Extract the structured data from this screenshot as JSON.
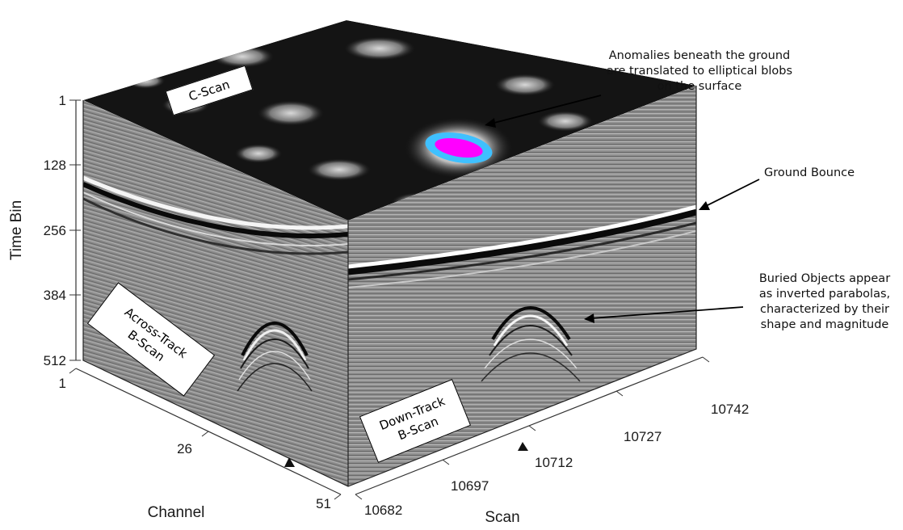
{
  "axes": {
    "time_bin": {
      "label": "Time Bin",
      "ticks": [
        "1",
        "128",
        "256",
        "384",
        "512"
      ]
    },
    "channel": {
      "label": "Channel",
      "ticks": [
        "1",
        "26",
        "51"
      ]
    },
    "scan": {
      "label": "Scan",
      "ticks": [
        "10682",
        "10697",
        "10712",
        "10727",
        "10742"
      ]
    }
  },
  "labels": {
    "c_scan": "C-Scan",
    "across_track": [
      "Across-Track",
      "B-Scan"
    ],
    "down_track": [
      "Down-Track",
      "B-Scan"
    ]
  },
  "annotations": {
    "anomalies": [
      "Anomalies beneath the ground",
      "are translated to elliptical blobs",
      "on the surface"
    ],
    "ground_bounce": "Ground Bounce",
    "buried_objects": [
      "Buried Objects appear",
      "as inverted parabolas,",
      "characterized by their",
      "shape and magnitude"
    ]
  },
  "colors": {
    "anomaly_core": "#ff00ff",
    "anomaly_ring": "#3fc0ff",
    "scan_gray": "#8a8a8a"
  }
}
